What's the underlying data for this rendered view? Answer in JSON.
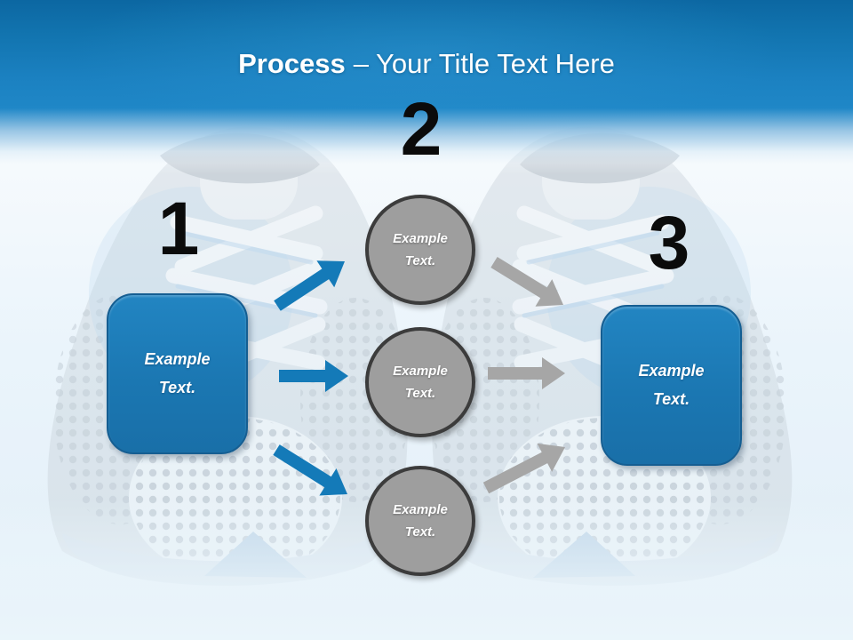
{
  "title": {
    "bold": "Process",
    "rest": "– Your Title Text Here"
  },
  "steps": {
    "one": {
      "number": "1",
      "label": "Example Text."
    },
    "two": {
      "number": "2",
      "circle1": "Example Text.",
      "circle2": "Example Text.",
      "circle3": "Example Text."
    },
    "three": {
      "number": "3",
      "label": "Example Text."
    }
  },
  "colors": {
    "header_blue": "#1f87c7",
    "shape_blue": "#1b77b2",
    "shape_blue_border": "#155e92",
    "circle_gray": "#9e9e9e",
    "circle_border": "#3c3c3c",
    "arrow_blue": "#147ab8",
    "arrow_gray": "#a6a6a6",
    "background_tint": "#eaf4fb",
    "title_text": "#ffffff",
    "number_text": "#0b0b0b"
  }
}
